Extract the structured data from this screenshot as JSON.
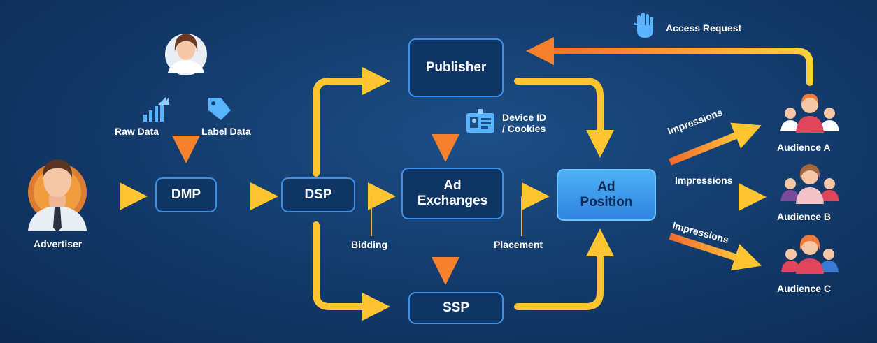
{
  "nodes": {
    "publisher": "Publisher",
    "ad_exchanges": "Ad\nExchanges",
    "dsp": "DSP",
    "dmp": "DMP",
    "ssp": "SSP",
    "ad_position": "Ad\nPosition"
  },
  "labels": {
    "advertiser": "Advertiser",
    "raw_data": "Raw Data",
    "label_data": "Label Data",
    "bidding": "Bidding",
    "placement": "Placement",
    "device_id": "Device ID\n/ Cookies",
    "access_request": "Access Request",
    "impressions": [
      "Impressions",
      "Impressions",
      "Impressions"
    ],
    "audience_a": "Audience A",
    "audience_b": "Audience B",
    "audience_c": "Audience C"
  },
  "colors": {
    "background": "#153e70",
    "box_border": "#3d8fe8",
    "arrow_yellow": "#ffd23a",
    "arrow_orange": "#f26a2e",
    "ad_position_fill": "#4fb0f5"
  },
  "icons": [
    "advertiser-avatar-icon",
    "analyst-avatar-icon",
    "bar-chart-icon",
    "tag-icon",
    "id-card-icon",
    "hand-icon",
    "audience-group-icon"
  ]
}
